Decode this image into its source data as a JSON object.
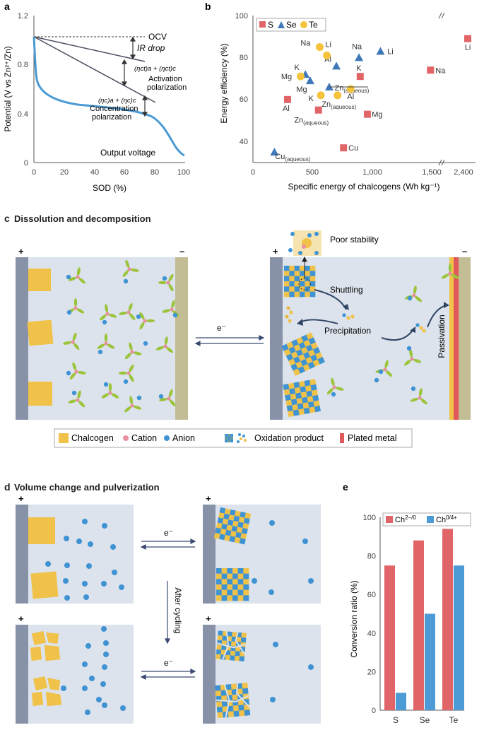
{
  "panel_a": {
    "letter": "a",
    "ylabel": "Potential (V vs Zn²⁺/Zn)",
    "xlabel": "SOD (%)",
    "yticks": [
      "0",
      "0.4",
      "0.8",
      "1.2"
    ],
    "xticks": [
      "0",
      "20",
      "40",
      "60",
      "80",
      "100"
    ],
    "labels": {
      "ocv": "OCV",
      "ir_drop": "IR drop",
      "activation_eq": "(ηct)a + (ηct)c",
      "activation": "Activation",
      "polarization1": "polarization",
      "concentration_eq": "(ηc)a + (ηc)c",
      "concentration": "Concentration",
      "polarization2": "polarization",
      "output": "Output voltage"
    },
    "colors": {
      "curve": "#4a9ad4",
      "lines": "#4a5060"
    }
  },
  "panel_b": {
    "letter": "b",
    "ylabel": "Energy efficiency (%)",
    "xlabel": "Specific energy of chalcogens (Wh kg⁻¹)",
    "yticks": [
      "40",
      "60",
      "80",
      "100"
    ],
    "xticks": [
      "0",
      "500",
      "1,000",
      "1,500",
      "2,400"
    ],
    "legend": [
      "S",
      "Se",
      "Te"
    ],
    "colors": {
      "S": "#e06468",
      "Se": "#3f78b8",
      "Te": "#f5c33b"
    },
    "points": [
      {
        "el": "S",
        "label": "Li",
        "x": 2500,
        "y": 89
      },
      {
        "el": "S",
        "label": "Na",
        "x": 1490,
        "y": 74
      },
      {
        "el": "S",
        "label": "K",
        "x": 900,
        "y": 71
      },
      {
        "el": "S",
        "label": "Al",
        "x": 290,
        "y": 60
      },
      {
        "el": "S",
        "label": "Zn(aqueous)",
        "x": 550,
        "y": 55
      },
      {
        "el": "S",
        "label": "Mg",
        "x": 960,
        "y": 53
      },
      {
        "el": "S",
        "label": "Cu",
        "x": 760,
        "y": 37
      },
      {
        "el": "Se",
        "label": "Li",
        "x": 1070,
        "y": 83
      },
      {
        "el": "Se",
        "label": "Na",
        "x": 890,
        "y": 80
      },
      {
        "el": "Se",
        "label": "Al",
        "x": 700,
        "y": 76
      },
      {
        "el": "Se",
        "label": "K",
        "x": 440,
        "y": 72
      },
      {
        "el": "Se",
        "label": "Mg",
        "x": 480,
        "y": 69
      },
      {
        "el": "Se",
        "label": "Zn(aqueous)",
        "x": 640,
        "y": 66
      },
      {
        "el": "Se",
        "label": "Cu(aqueous)",
        "x": 180,
        "y": 35
      },
      {
        "el": "Te",
        "label": "Na",
        "x": 560,
        "y": 85
      },
      {
        "el": "Te",
        "label": "Li",
        "x": 620,
        "y": 81
      },
      {
        "el": "Te",
        "label": "Mg",
        "x": 400,
        "y": 71
      },
      {
        "el": "Te",
        "label": "Al",
        "x": 820,
        "y": 65
      },
      {
        "el": "Te",
        "label": "K",
        "x": 570,
        "y": 62
      },
      {
        "el": "Te",
        "label": "Zn(aqueous)",
        "x": 710,
        "y": 62
      }
    ]
  },
  "panel_c": {
    "letter": "c",
    "title": "Dissolution and decomposition",
    "plus": "+",
    "minus": "–",
    "electron": "e⁻",
    "poor_stability": "Poor stability",
    "shuttling": "Shuttling",
    "precipitation": "Precipitation",
    "passivation": "Passivation",
    "legend": {
      "chalcogen": "Chalcogen",
      "cation": "Cation",
      "anion": "Anion",
      "oxidation_product": "Oxidation product",
      "plated_metal": "Plated metal"
    },
    "colors": {
      "chalcogen": "#f0c24a",
      "cation": "#e890a0",
      "anion": "#3f93d3",
      "plated": "#e0585a",
      "cell_bg": "#dce3ec",
      "electrode": "#8792a8",
      "counter": "#c2bd94",
      "leaf": "#9bc43a"
    }
  },
  "panel_d": {
    "letter": "d",
    "title": "Volume change and pulverization",
    "electron_top": "e⁻",
    "electron_bottom": "e⁻",
    "after_cycling": "After cycling",
    "plus": "+"
  },
  "panel_e": {
    "letter": "e",
    "chart_data": {
      "type": "bar",
      "categories": [
        "S",
        "Se",
        "Te"
      ],
      "series": [
        {
          "name": "Ch2−/0",
          "color": "#e06468",
          "values": [
            75,
            88,
            94
          ]
        },
        {
          "name": "Ch0/4+",
          "color": "#4c9bd6",
          "values": [
            9,
            50,
            75
          ]
        }
      ],
      "ylabel": "Conversion ratio (%)",
      "ylim": [
        0,
        100
      ],
      "yticks": [
        "0",
        "20",
        "40",
        "60",
        "80",
        "100"
      ]
    },
    "legend_main": [
      "Ch",
      "Ch"
    ],
    "legend_sup": [
      "2−/0",
      "0/4+"
    ]
  }
}
